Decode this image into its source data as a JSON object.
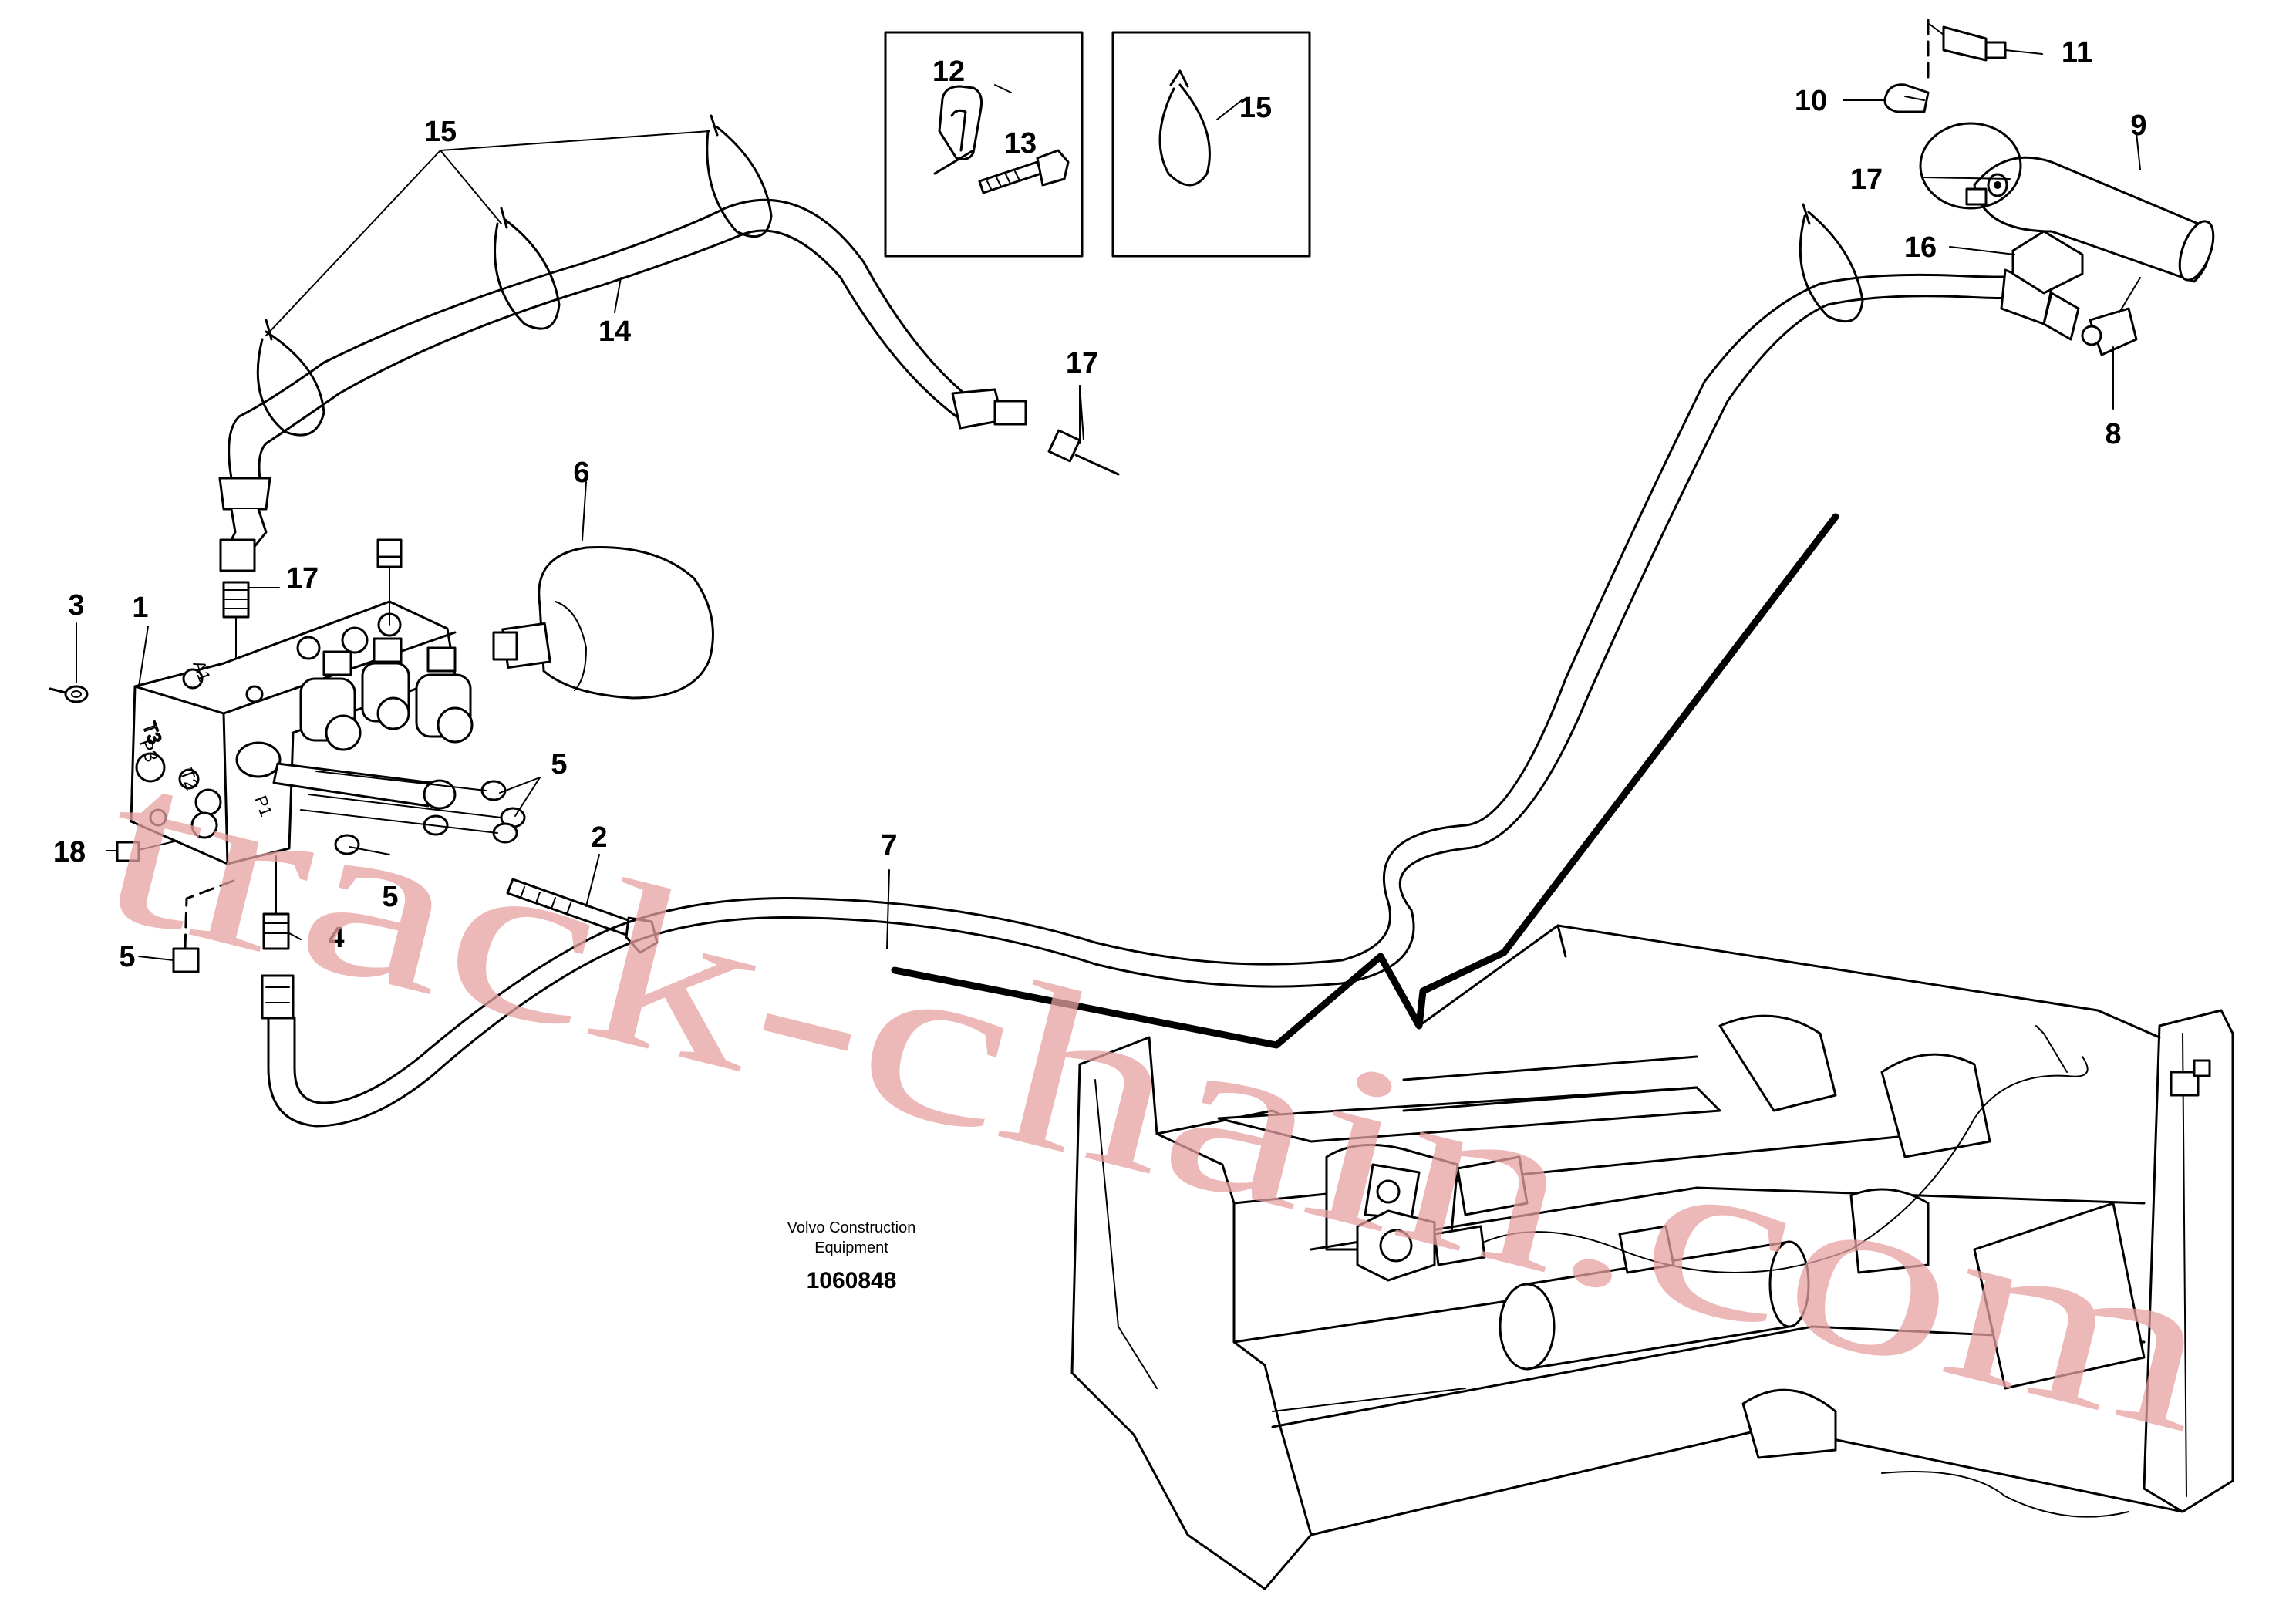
{
  "diagram": {
    "callouts": {
      "c1": "1",
      "c2": "2",
      "c3": "3",
      "c4": "4",
      "c5a": "5",
      "c5b": "5",
      "c5c": "5",
      "c6": "6",
      "c7": "7",
      "c8": "8",
      "c9": "9",
      "c10": "10",
      "c11": "11",
      "c12": "12",
      "c13": "13",
      "c14": "14",
      "c15a": "15",
      "c15b": "15",
      "c16": "16",
      "c17a": "17",
      "c17b": "17",
      "c17c": "17",
      "c18": "18"
    },
    "block_ports": [
      "T3",
      "P3",
      "T2",
      "A1",
      "P1"
    ],
    "publisher_line1": "Volvo Construction",
    "publisher_line2": "Equipment",
    "drawing_number": "1060848",
    "watermark": "track-chain.com",
    "colors": {
      "ink": "#000000",
      "watermark": "#e7a0a0",
      "background": "#ffffff"
    }
  }
}
